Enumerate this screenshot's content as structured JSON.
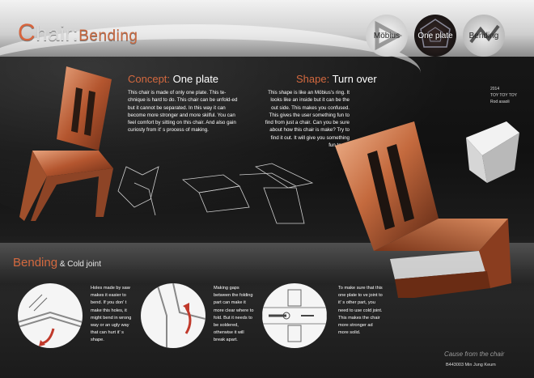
{
  "title": {
    "first_letter": "C",
    "rest": "hair:",
    "bending": "Bending"
  },
  "circles": [
    {
      "label": "Möbius"
    },
    {
      "label": "One plate"
    },
    {
      "label": "Bending"
    }
  ],
  "concept": {
    "heading_prefix": "Concept:",
    "heading_value": " One plate",
    "text": "This chair is made of only one plate. This te-chnique is hard to do. This chair can be unfold-ed but it cannot be separated. In this way it can become more stronger and more skilful. You can feel comfort by sitting on this chair. And also gain curiosty from it' s process of making."
  },
  "shape": {
    "heading_prefix": "Shape:",
    "heading_value": " Turn over",
    "text": "This shape is like an Möbius's ring. It looks like an inside but it can be the out side. This makes you confused. This gives the user something fun to find from just a chair. Can you be sure about how this chair is make? Try to find it out. It will give you something fun to do."
  },
  "meta": {
    "line1": "2014",
    "line2": "TOY TOY TOY",
    "line3": "Rod asaoli"
  },
  "bending": {
    "heading": "Bending",
    "subheading": " & Cold joint",
    "items": [
      {
        "text": "Holes made by saw makes it easier to bend. If you don' t make this holes, it might bend in wrong way or an ugly way that can hurt it' s shape."
      },
      {
        "text": "Making gaps between the folding part can make it more clear where to fold. But it needs to be soldered, otherwise it will break apart."
      },
      {
        "text": "To make sure that this one plate to ve joint to it' s other part, you need to use cold joint. This makes the chair more stronger ad more solid."
      }
    ]
  },
  "footer": {
    "cause": "Cause from the chair",
    "signature": "B443003  Min Jung Keum"
  },
  "colors": {
    "accent": "#d4693f",
    "copper": "#c46a3e",
    "background": "#141414"
  }
}
